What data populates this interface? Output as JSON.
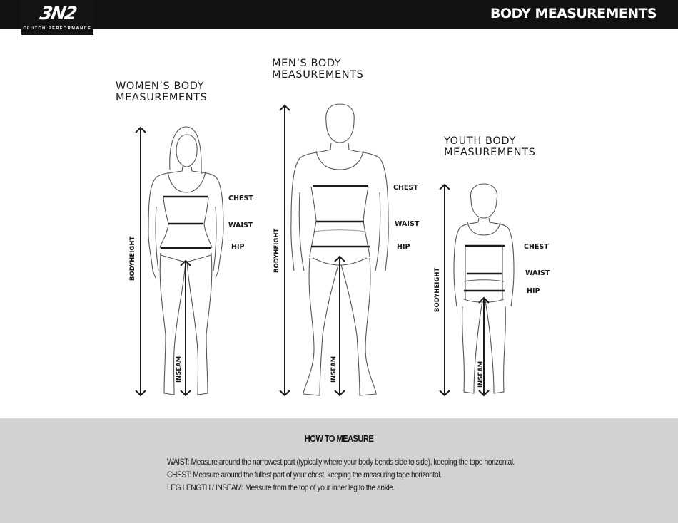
{
  "header": {
    "logo": {
      "mark": "3N2",
      "tagline": "CLUTCH PERFORMANCE"
    },
    "title": "BODY MEASUREMENTS"
  },
  "figures": {
    "women": {
      "title_line1": "WOMEN’S BODY",
      "title_line2": "MEASUREMENTS",
      "labels": {
        "chest": "CHEST",
        "waist": "WAIST",
        "hip": "HIP",
        "bodyheight": "BODYHEIGHT",
        "inseam": "INSEAM"
      }
    },
    "men": {
      "title_line1": "MEN’S BODY",
      "title_line2": "MEASUREMENTS",
      "labels": {
        "chest": "CHEST",
        "waist": "WAIST",
        "hip": "HIP",
        "bodyheight": "BODYHEIGHT",
        "inseam": "INSEAM"
      }
    },
    "youth": {
      "title_line1": "YOUTH BODY",
      "title_line2": "MEASUREMENTS",
      "labels": {
        "chest": "CHEST",
        "waist": "WAIST",
        "hip": "HIP",
        "bodyheight": "BODYHEIGHT",
        "inseam": "INSEAM"
      }
    }
  },
  "how_to_measure": {
    "title": "HOW TO MEASURE",
    "lines": [
      "WAIST: Measure around the narrowest part (typically where your body bends side to side), keeping the tape horizontal.",
      "CHEST: Measure around the fullest part of your chest, keeping the measuring tape horizontal.",
      "LEG LENGTH / INSEAM: Measure from the top of your inner leg to the ankle."
    ]
  },
  "colors": {
    "header_bg": "#121212",
    "panel_bg": "#d2d2d2",
    "ink": "#1a1a1a"
  }
}
